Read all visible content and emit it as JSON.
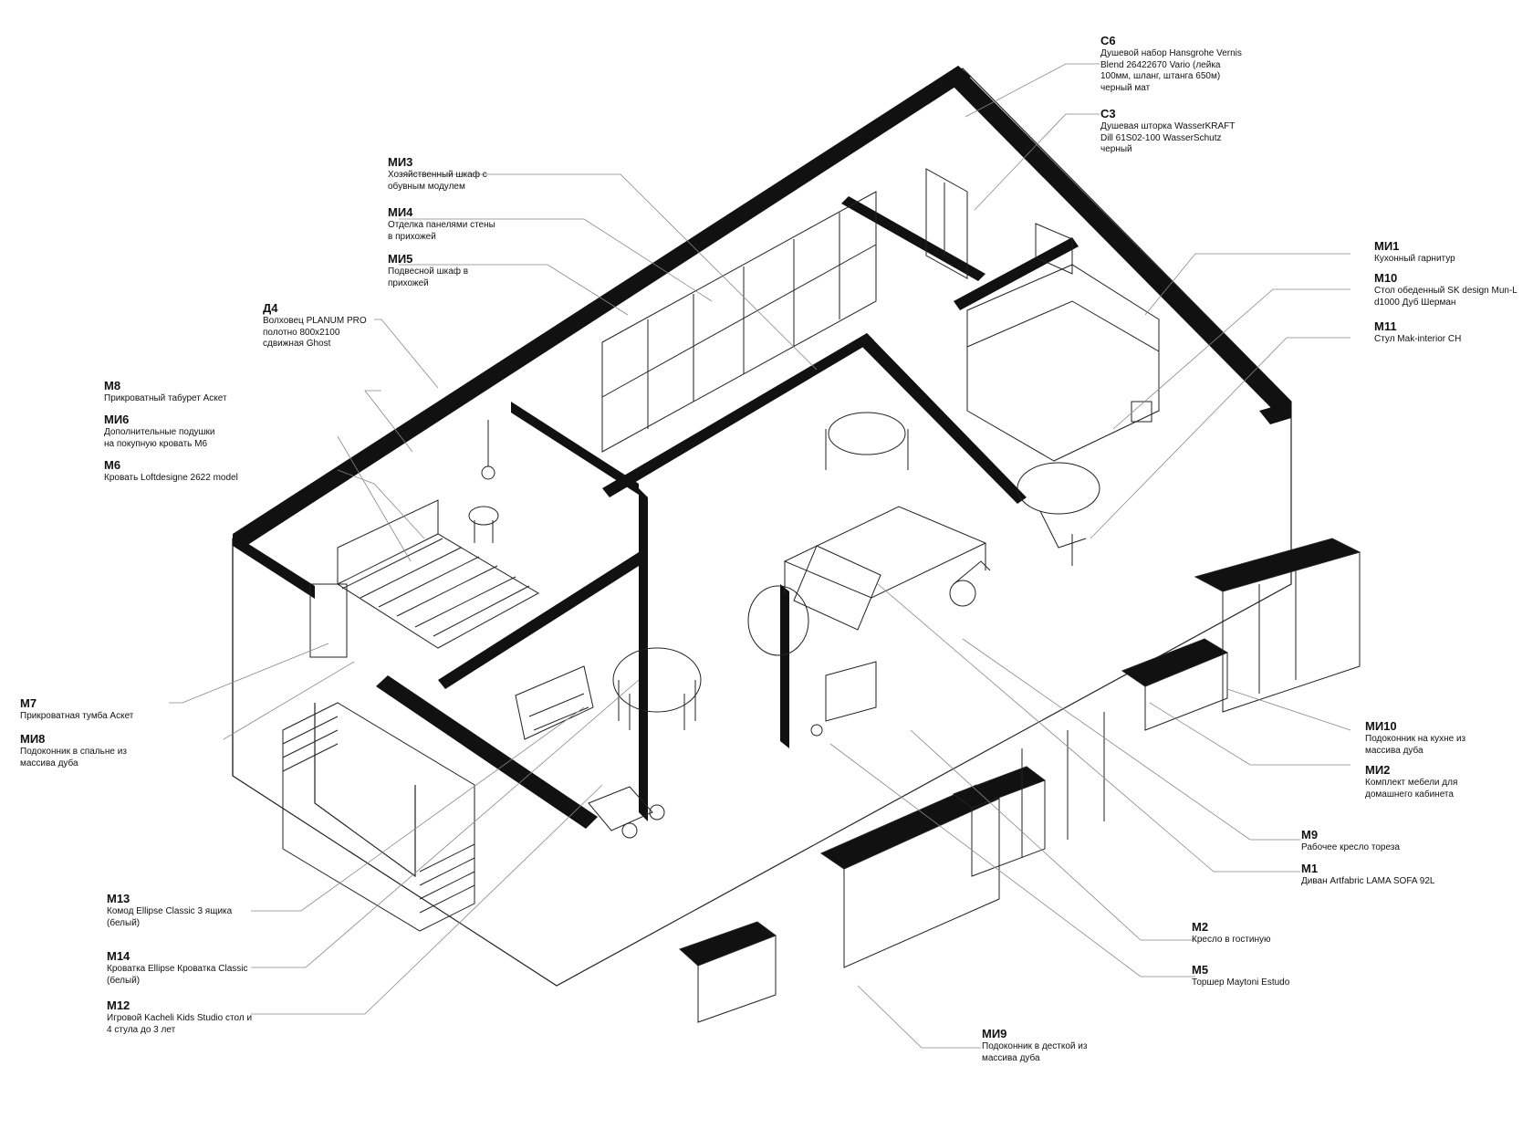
{
  "colors": {
    "wall": "#111111",
    "line": "#222222",
    "leader": "#888888",
    "background": "#ffffff"
  },
  "labels": {
    "c6": {
      "code": "С6",
      "text": "Душевой набор Hansgrohe Vernis\nBlend 26422670 Vario (лейка\n100мм, шланг, штанга 650м)\nчерный мат"
    },
    "c3": {
      "code": "С3",
      "text": "Душевая шторка WasserKRAFT\nDill 61S02-100 WasserSchutz\nчерный"
    },
    "mi3": {
      "code": "МИ3",
      "text": "Хозяйственный шкаф с\nобувным модулем"
    },
    "mi4": {
      "code": "МИ4",
      "text": "Отделка панелями стены\nв прихожей"
    },
    "mi5": {
      "code": "МИ5",
      "text": "Подвесной шкаф в\nприхожей"
    },
    "d4": {
      "code": "Д4",
      "text": "Волховец PLANUM PRO\nполотно 800х2100\nсдвижная Ghost"
    },
    "m8": {
      "code": "М8",
      "text": "Прикроватный табурет Аскет"
    },
    "mi6": {
      "code": "МИ6",
      "text": "Дополнительные подушки\nна покупную кровать М6"
    },
    "m6": {
      "code": "М6",
      "text": "Кровать Loftdesigne 2622 model"
    },
    "mi1": {
      "code": "МИ1",
      "text": "Кухонный гарнитур"
    },
    "m10": {
      "code": "М10",
      "text": "Стол обеденный SK design Mun-L\nd1000 Дуб Шерман"
    },
    "m11": {
      "code": "М11",
      "text": "Стул Mak-interior CH"
    },
    "m7": {
      "code": "М7",
      "text": "Прикроватная тумба Аскет"
    },
    "mi8": {
      "code": "МИ8",
      "text": "Подоконник в спальне из\nмассива дуба"
    },
    "mi10": {
      "code": "МИ10",
      "text": "Подоконник на кухне из\nмассива дуба"
    },
    "mi2": {
      "code": "МИ2",
      "text": "Комплект мебели для\nдомашнего кабинета"
    },
    "m9": {
      "code": "М9",
      "text": "Рабочее кресло тореза"
    },
    "m1": {
      "code": "М1",
      "text": "Диван Artfabric LAMA SOFA 92L"
    },
    "m13": {
      "code": "М13",
      "text": "Комод Ellipse Classic 3 ящика\n(белый)"
    },
    "m14": {
      "code": "М14",
      "text": "Кроватка Ellipse Кроватка Classic\n(белый)"
    },
    "m12": {
      "code": "М12",
      "text": "Игровой Kacheli Kids Studio стол и\n4 стула до 3 лет"
    },
    "m2": {
      "code": "М2",
      "text": "Кресло в гостиную"
    },
    "m5": {
      "code": "М5",
      "text": "Торшер Maytoni Estudo"
    },
    "mi9": {
      "code": "МИ9",
      "text": "Подоконник в десткой из\nмассива дуба"
    }
  }
}
